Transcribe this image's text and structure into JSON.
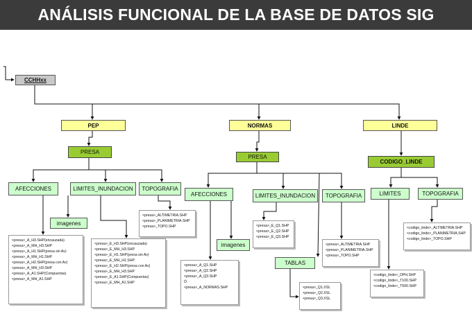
{
  "title": "ANÁLISIS FUNCIONAL DE LA BASE DE DATOS SIG",
  "root": "CCHHxx",
  "pep": {
    "label": "PEP",
    "presa": "PRESA",
    "afecciones": "AFECCIONES",
    "limites": "LIMITES_INUNDACION",
    "topografia": "TOPOGRAFIA",
    "imagenes": "imagenes",
    "afecciones_files": [
      "<presa>_A_H3.SHP(encauzada)",
      "<presa>_A_MH_H3.SHP",
      "<presa>_A_H1.SHP(presa sin Av)",
      "<presa>_A_MH_H1.SHP",
      "<presa>_A_H2.SHP(presa con Av)",
      "<presa>_A_MH_H3.SHP",
      "<presa>_A_A1.SHP(Compuertas)",
      "<presa>_A_MH_A1.SHP"
    ],
    "limites_files": [
      "<presa>_E_H3.SHP(encauzada)",
      "<presa>_E_MH_H3.SHP",
      "<presa>_E_H1.SHP(presa sin Av)",
      "<presa>_E_MH_H1.SHP",
      "<presa>_E_H2.SHP(presa con Av)",
      "<presa>_E_MH_H3.SHP",
      "<presa>_E_A1.SHP(Compuertas)",
      "<presa>_E_MH_A1.SHP"
    ],
    "topografia_files": [
      "<presa>_ALTIMETRIA.SHP",
      "<presa>_PLANIMETRIA.SHP",
      "<presa>_TOPO.SHP"
    ]
  },
  "normas": {
    "label": "NORMAS",
    "presa": "PRESA",
    "afecciones": "AFECCIONES",
    "limites": "LIMITES_INUNDACION",
    "topografia": "TOPOGRAFIA",
    "imagenes": "imagenes",
    "tablas": "TABLAS",
    "afecciones_files": [
      "<presa>_A_Q1.SHP",
      "<presa>_A_Q2.SHP",
      "<presa>_A_Q3.SHP",
      "Ó",
      "<presa>_A_NORMAS.SHP"
    ],
    "limites_files": [
      "<presa>_E_Q1.SHP",
      "<presa>_E_Q2.SHP",
      "<presa>_E_Q3.SHP"
    ],
    "topografia_files": [
      "<presa>_ALTIMETRIA.SHP",
      "<presa>_PLANIMETRIA.SHP",
      "<presa>_TOPO.SHP"
    ],
    "tablas_files": [
      "<presa>_Q1.XSL",
      "<presa>_Q2.XSL",
      "<presa>_Q3.XSL"
    ]
  },
  "linde": {
    "label": "LINDE",
    "codigo": "CODIGO_LINDE",
    "limites": "LIMITES",
    "topografia": "TOPOGRAFIA",
    "topografia_files": [
      "<codigo_linde>_ALTIMETRIA.SHP",
      "<codigo_linde>_PLANIMETRIA.SHP",
      "<codigo_linde>_TOPO.SHP"
    ],
    "limites_files": [
      "<codigo_linde>_DPH.SHP",
      "<codigo_linde>_T100.SHP",
      "<codigo_linde>_T500.SHP"
    ]
  }
}
